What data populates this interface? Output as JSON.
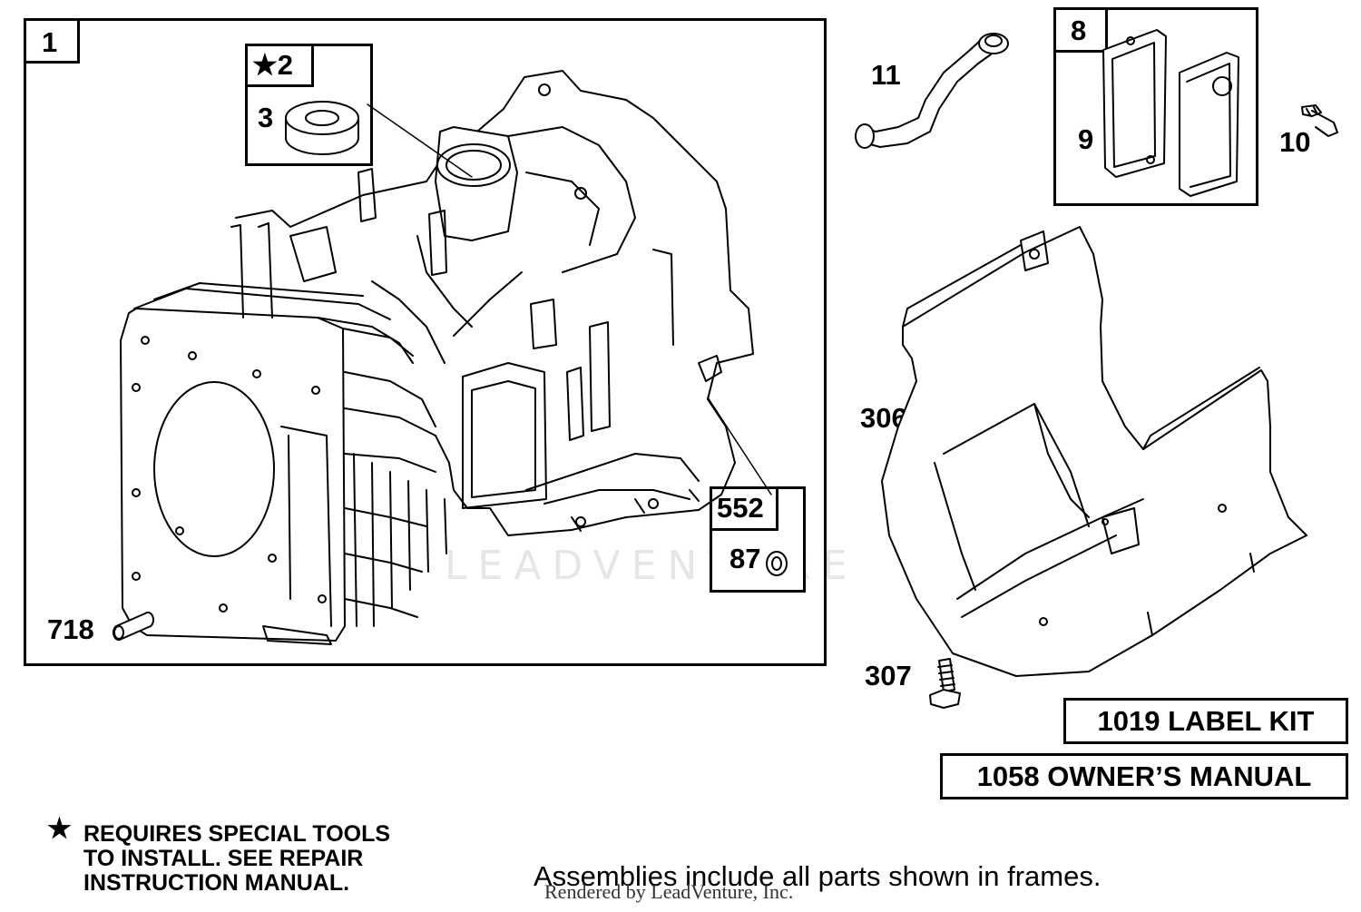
{
  "callouts": {
    "engine_block": "1",
    "seal_star": "★2",
    "seal_part": "3",
    "dowel_pin": "718",
    "breather_box": "552",
    "breather_part": "87",
    "breather_tube": "11",
    "gasket_box": "8",
    "gasket": "9",
    "screw_10": "10",
    "shield": "306",
    "screw_307": "307"
  },
  "kits": {
    "label_kit": "1019 LABEL KIT",
    "owners_manual": "1058 OWNER’S MANUAL"
  },
  "notes": {
    "star": "★",
    "special_tools_line1": "REQUIRES SPECIAL TOOLS",
    "special_tools_line2": "TO INSTALL.  SEE REPAIR",
    "special_tools_line3": "INSTRUCTION MANUAL.",
    "assemblies": "Assemblies include all parts shown in frames.",
    "rendered_by": "Rendered by LeadVenture, Inc."
  },
  "watermark": "LEADVENTURE",
  "colors": {
    "ink": "#000000",
    "paper": "#ffffff",
    "watermark": "#e6e6e6"
  }
}
